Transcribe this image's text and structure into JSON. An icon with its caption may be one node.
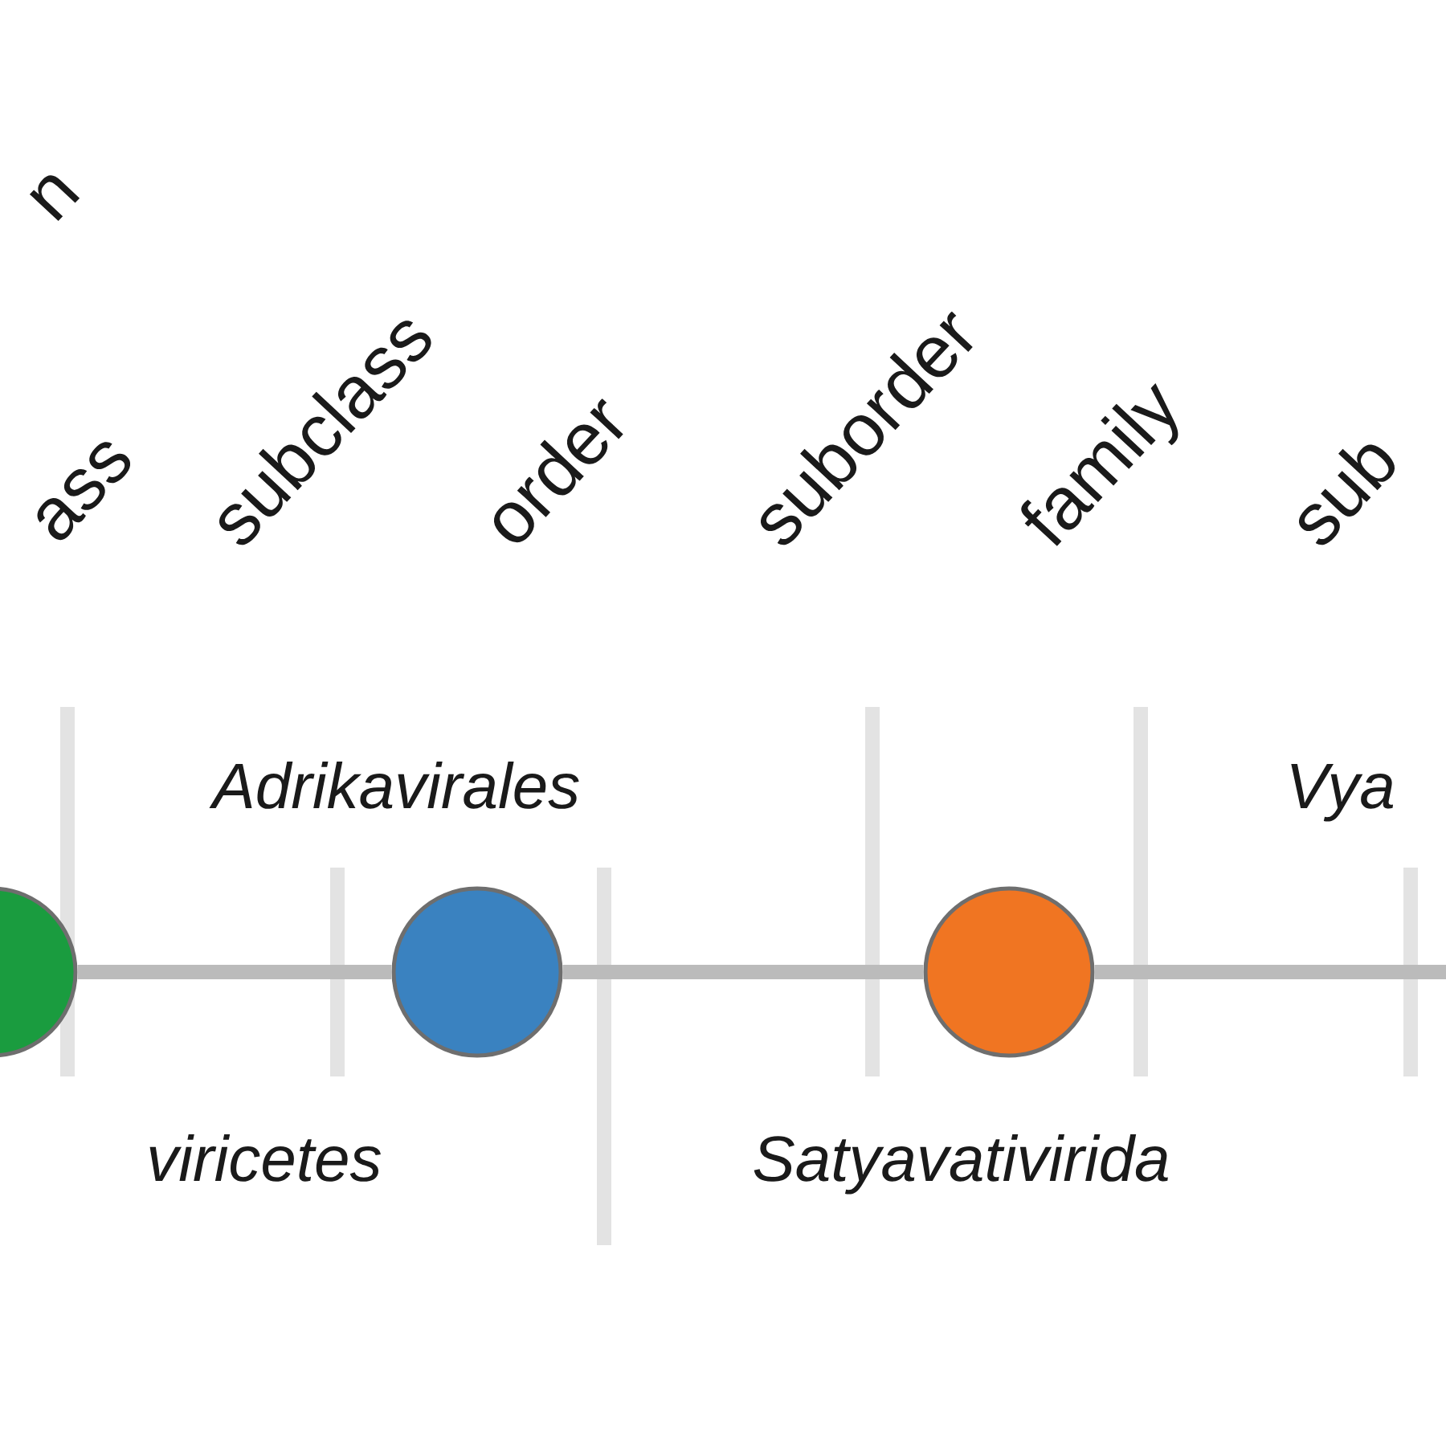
{
  "diagram": {
    "nodes": [
      {
        "text": [],
        "shape": "circle"
      },
      {
        "text": [],
        "shape": "circle"
      },
      {
        "text": [],
        "shape": "circle"
      }
    ],
    "edges": [
      {
        "from": 0,
        "to": 1,
        "arrow": "none"
      },
      {
        "from": 1,
        "to": 2,
        "arrow": "none"
      },
      {
        "from": 2,
        "to": null,
        "arrow": "none"
      }
    ],
    "labels": [
      "n",
      "ass",
      "subclass",
      "order",
      "suborder",
      "family",
      "sub",
      "Adrikavirales",
      "Vya",
      "viricetes",
      "Satyavativirida"
    ]
  }
}
